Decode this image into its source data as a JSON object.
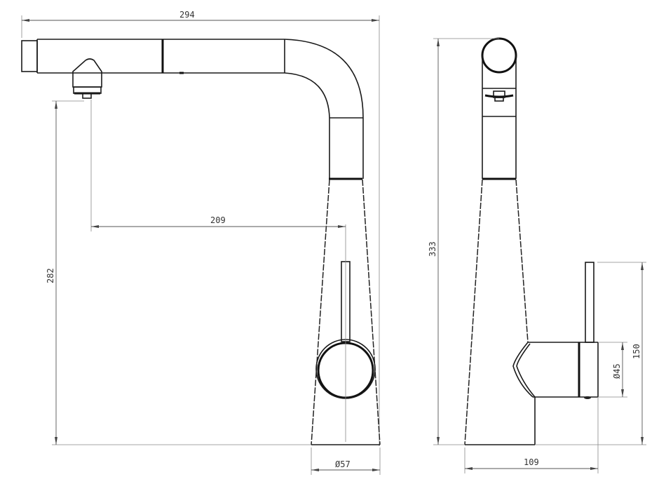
{
  "drawing": {
    "subject": "pull-out kitchen faucet technical drawing",
    "views": [
      "front-view",
      "side-view"
    ],
    "units": "mm",
    "line_color": "#1a1a1a",
    "dimension_color": "#555555",
    "background": "#ffffff"
  },
  "dimensions": {
    "overall_length": "294",
    "spout_reach": "209",
    "spout_height": "282",
    "base_diameter": "Ø57",
    "overall_height": "333",
    "lever_height": "150",
    "handle_diameter": "Ø45",
    "base_depth": "109"
  }
}
